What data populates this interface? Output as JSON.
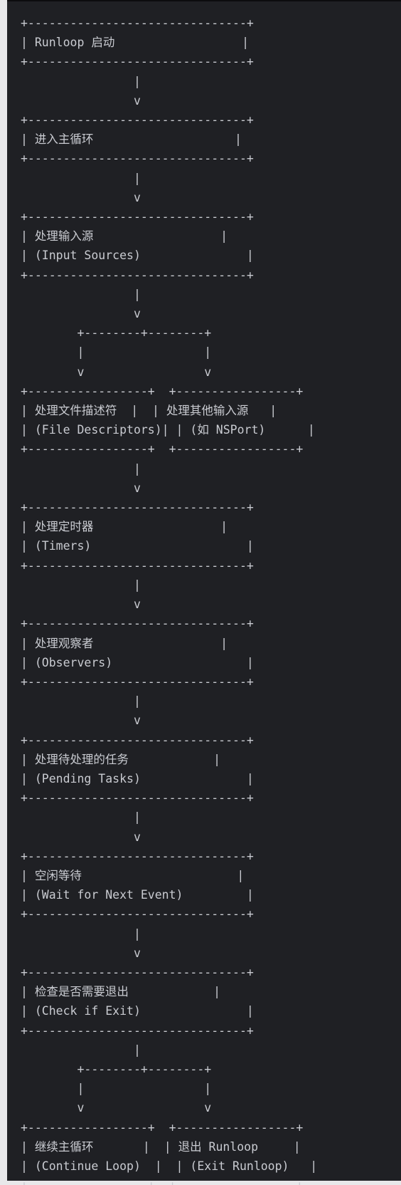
{
  "code_block": {
    "lines": [
      "+-------------------------------+",
      "| Runloop 启动                  |",
      "+-------------------------------+",
      "                |",
      "                v",
      "+-------------------------------+",
      "| 进入主循环                    |",
      "+-------------------------------+",
      "                |",
      "                v",
      "+-------------------------------+",
      "| 处理输入源                  |",
      "| (Input Sources)               |",
      "+-------------------------------+",
      "                |",
      "                v",
      "        +--------+--------+",
      "        |                 |",
      "        v                 v",
      "+-----------------+  +-----------------+",
      "| 处理文件描述符  |  | 处理其他输入源   |",
      "| (File Descriptors)| | (如 NSPort)      |",
      "+-----------------+  +-----------------+",
      "                |",
      "                v",
      "+-------------------------------+",
      "| 处理定时器                  |",
      "| (Timers)                      |",
      "+-------------------------------+",
      "                |",
      "                v",
      "+-------------------------------+",
      "| 处理观察者                  |",
      "| (Observers)                   |",
      "+-------------------------------+",
      "                |",
      "                v",
      "+-------------------------------+",
      "| 处理待处理的任务            |",
      "| (Pending Tasks)               |",
      "+-------------------------------+",
      "                |",
      "                v",
      "+-------------------------------+",
      "| 空闲等待                      |",
      "| (Wait for Next Event)         |",
      "+-------------------------------+",
      "                |",
      "                v",
      "+-------------------------------+",
      "| 检查是否需要退出            |",
      "| (Check if Exit)               |",
      "+-------------------------------+",
      "                |",
      "        +--------+--------+",
      "        |                 |",
      "        v                 v",
      "+-----------------+  +-----------------+",
      "| 继续主循环       |  | 退出 Runloop     |",
      "| (Continue Loop)  |  | (Exit Runloop)   |",
      "+-----------------+  +-----------------+"
    ]
  }
}
